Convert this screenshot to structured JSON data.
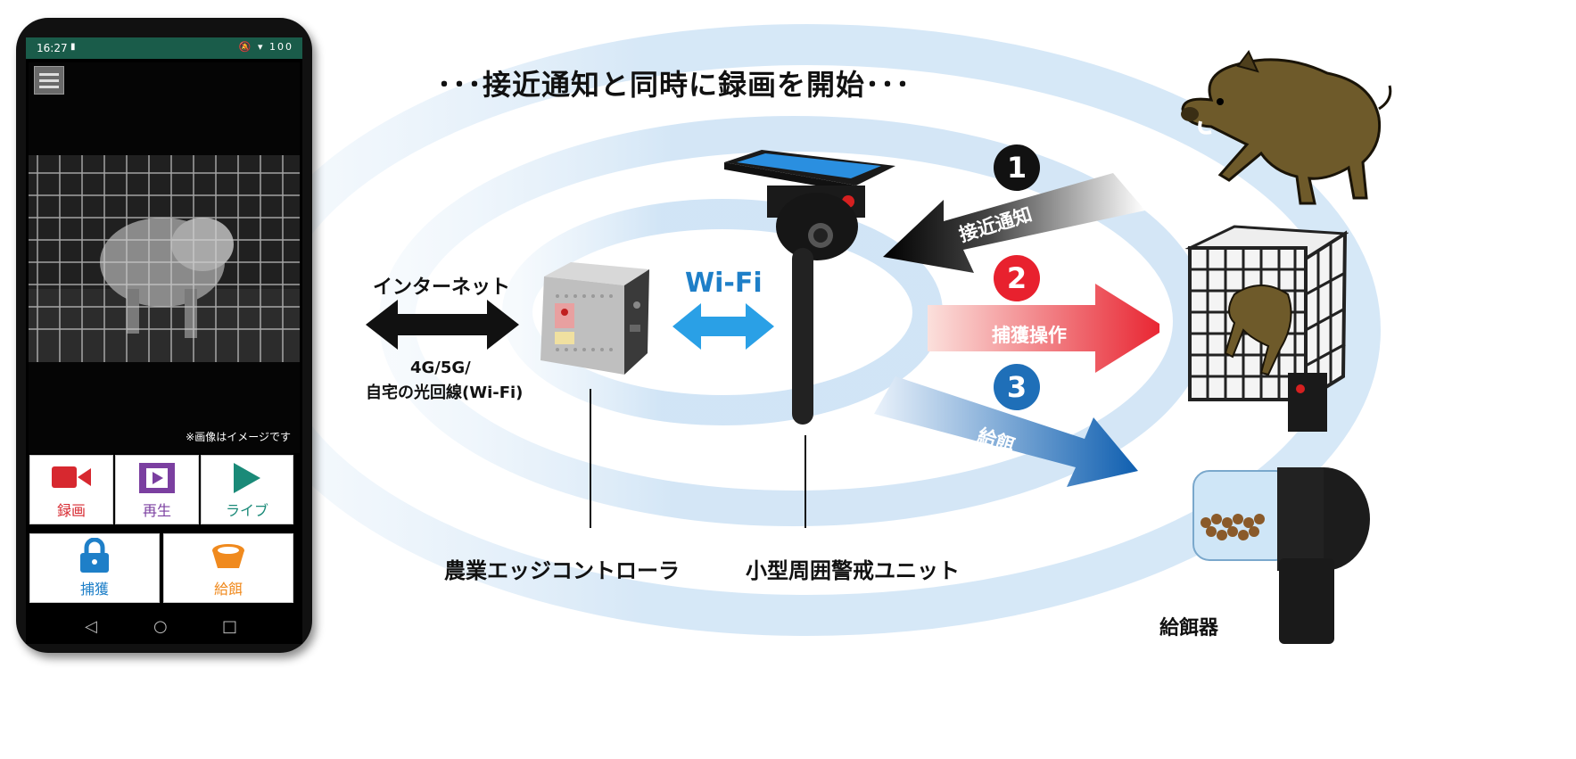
{
  "title": "･･･接近通知と同時に録画を開始･･･",
  "phone": {
    "time": "16:27",
    "sd_icon": "sd-card-icon",
    "status_icons": "🔕 ▾ 100",
    "notice": "※画像はイメージです",
    "buttons": {
      "record": "録画",
      "playback": "再生",
      "live": "ライブ",
      "capture": "捕獲",
      "feed": "給餌"
    },
    "nav": {
      "back": "◁",
      "home": "○",
      "recent": "□"
    }
  },
  "labels": {
    "internet": "インターネット",
    "network_line1": "4G/5G/",
    "network_line2": "自宅の光回線(Wi-Fi)",
    "wifi": "Wi-Fi",
    "controller": "農業エッジコントローラ",
    "unit": "小型周囲警戒ユニット",
    "feeder": "給餌器"
  },
  "steps": [
    {
      "num": "1",
      "label": "接近通知",
      "color": "#111111"
    },
    {
      "num": "2",
      "label": "捕獲操作",
      "color": "#e8212e"
    },
    {
      "num": "3",
      "label": "給餌",
      "color": "#1f6fb8"
    }
  ],
  "colors": {
    "wave": "#cfe3f5",
    "wifi_arrow": "#2aa0e6",
    "phone_status": "#1a5c4a",
    "record": "#d7282f",
    "playback": "#7b3fa0",
    "live": "#1a8a78",
    "capture": "#1e7fc8",
    "feed": "#f08a1e"
  }
}
